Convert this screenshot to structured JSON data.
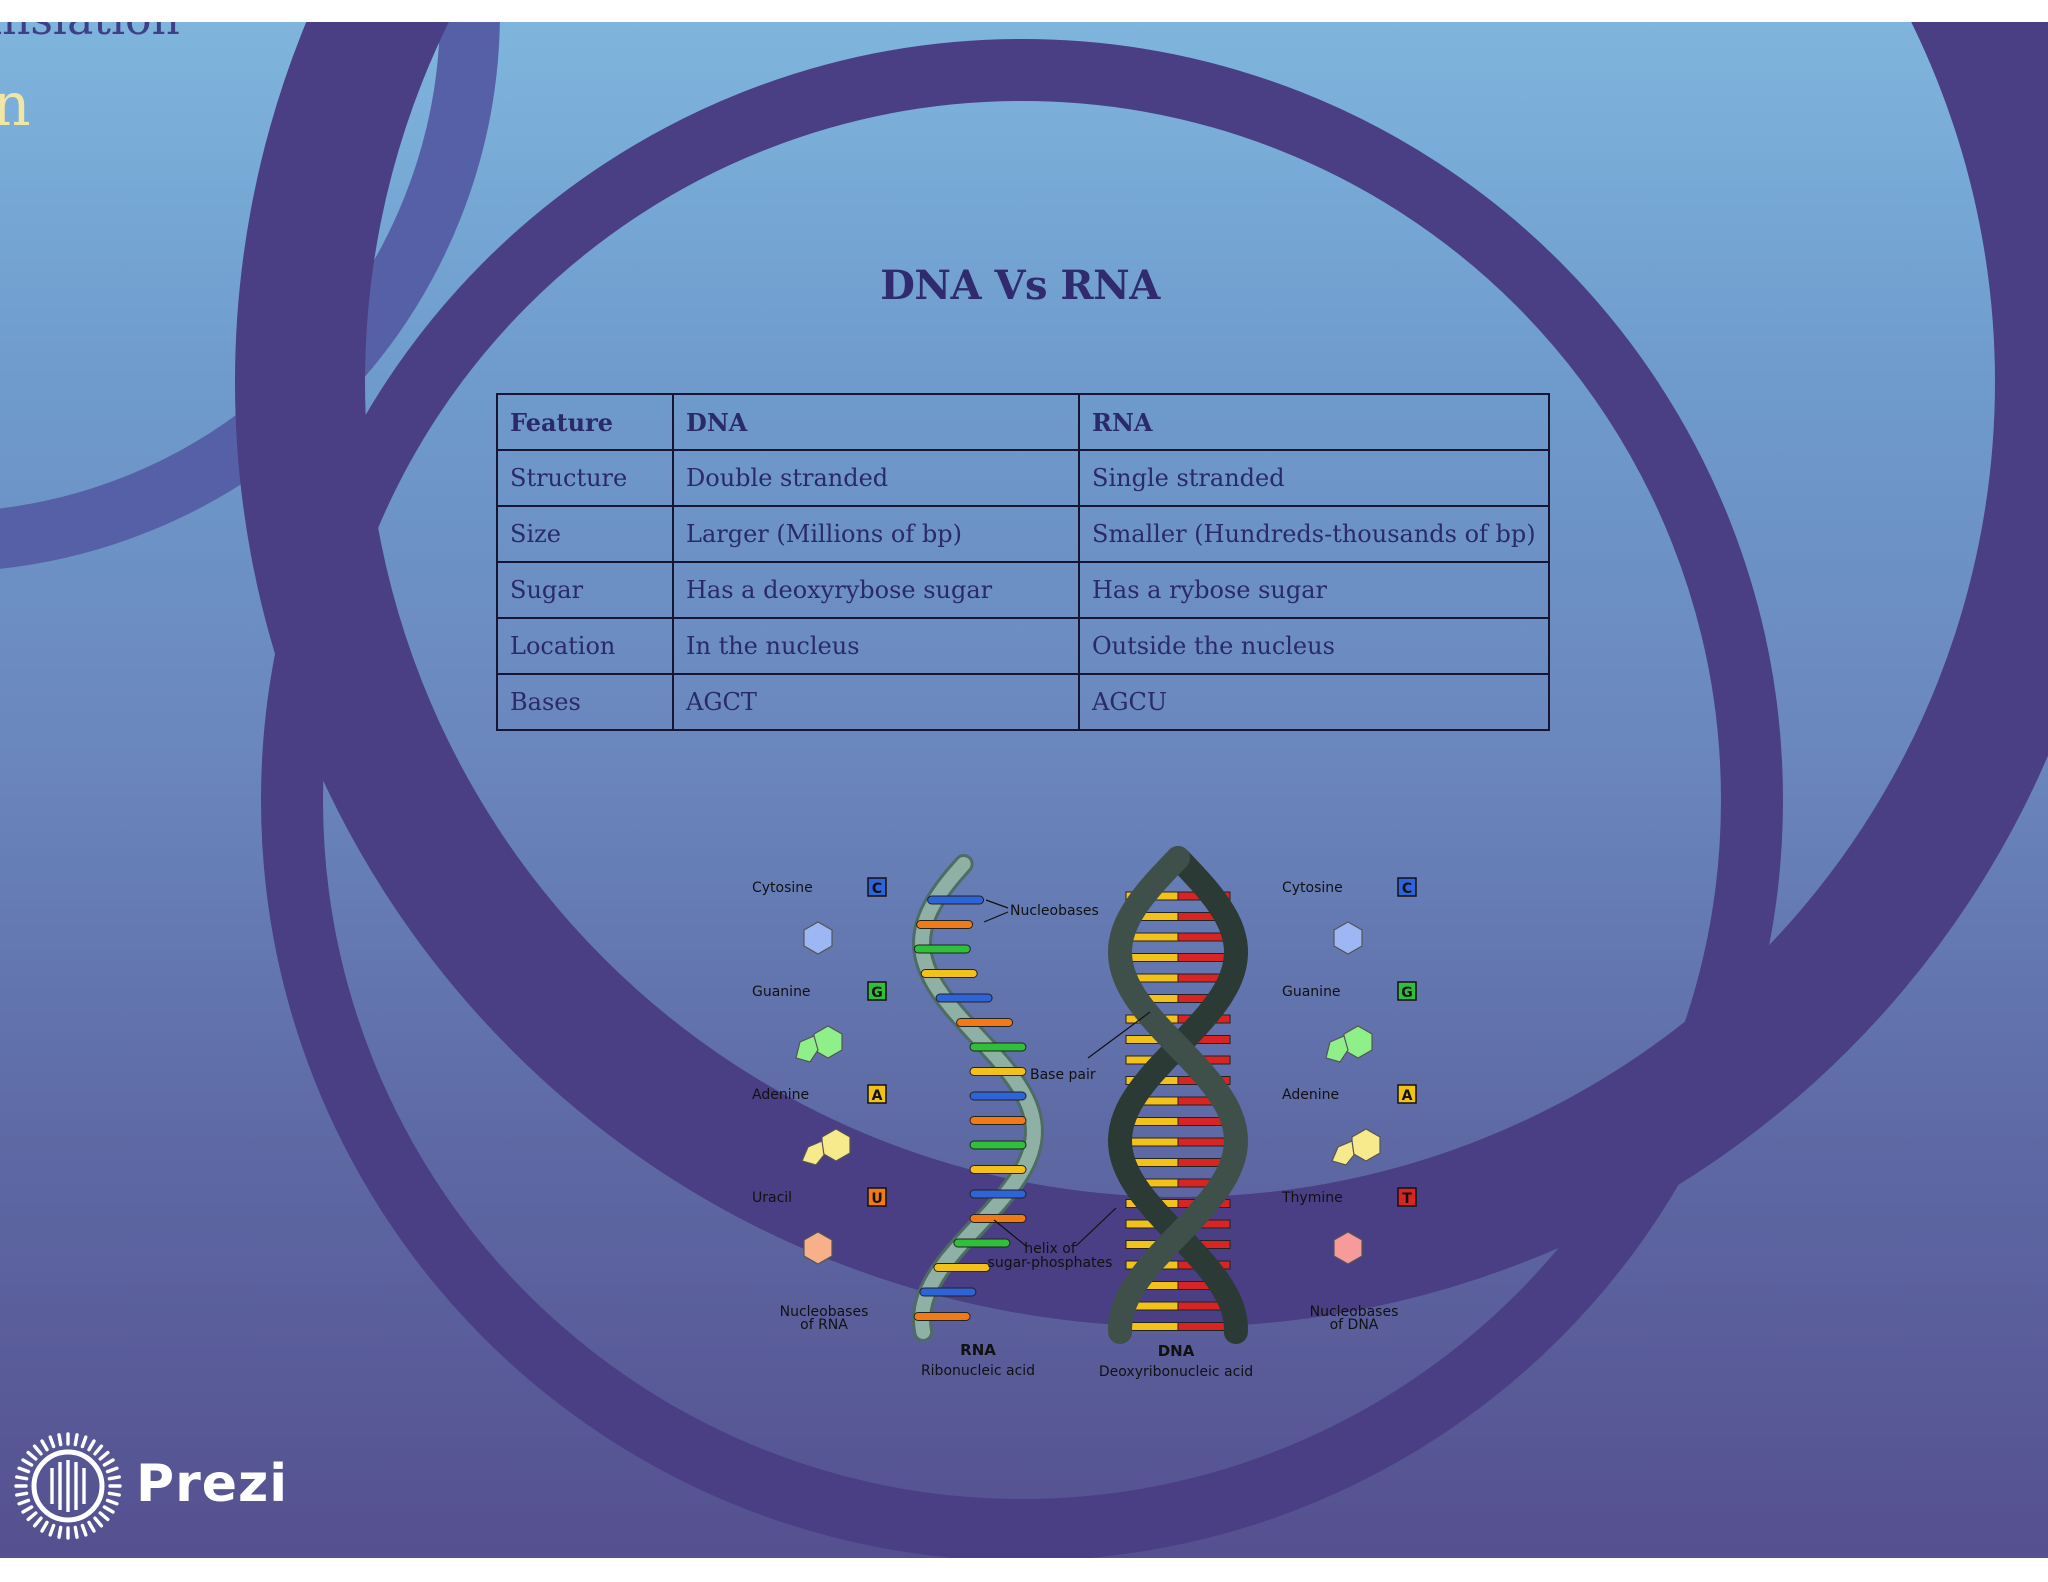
{
  "background_fragments": {
    "line1": "ınslation",
    "line2": "n"
  },
  "slide": {
    "title": "DNA Vs RNA"
  },
  "table": {
    "headers": [
      "Feature",
      "DNA",
      "RNA"
    ],
    "rows": [
      [
        "Structure",
        "Double stranded",
        "Single stranded"
      ],
      [
        "Size",
        "Larger (Millions of bp)",
        "Smaller (Hundreds-thousands of bp)"
      ],
      [
        "Sugar",
        "Has a deoxyrybose sugar",
        "Has a rybose sugar"
      ],
      [
        "Location",
        "In the nucleus",
        "Outside the nucleus"
      ],
      [
        "Bases",
        "AGCT",
        "AGCU"
      ]
    ]
  },
  "figure": {
    "left_bases": [
      {
        "name": "Cytosine",
        "letter": "C",
        "color": "#2f63d8"
      },
      {
        "name": "Guanine",
        "letter": "G",
        "color": "#2fbf3a"
      },
      {
        "name": "Adenine",
        "letter": "A",
        "color": "#f2c21a"
      },
      {
        "name": "Uracil",
        "letter": "U",
        "color": "#f07a18"
      }
    ],
    "right_bases": [
      {
        "name": "Cytosine",
        "letter": "C",
        "color": "#2f63d8"
      },
      {
        "name": "Guanine",
        "letter": "G",
        "color": "#2fbf3a"
      },
      {
        "name": "Adenine",
        "letter": "A",
        "color": "#f2c21a"
      },
      {
        "name": "Thymine",
        "letter": "T",
        "color": "#d92424"
      }
    ],
    "left_caption": [
      "Nucleobases",
      "of RNA"
    ],
    "right_caption": [
      "Nucleobases",
      "of DNA"
    ],
    "label_nucleobases": "Nucleobases",
    "label_base_pair": "Base pair",
    "label_helix": [
      "helix of",
      "sugar-phosphates"
    ],
    "rna_title": "RNA",
    "rna_subtitle": "Ribonucleic acid",
    "dna_title": "DNA",
    "dna_subtitle": "Deoxyribonucleic acid"
  },
  "branding": {
    "logo_text": "Prezi"
  }
}
